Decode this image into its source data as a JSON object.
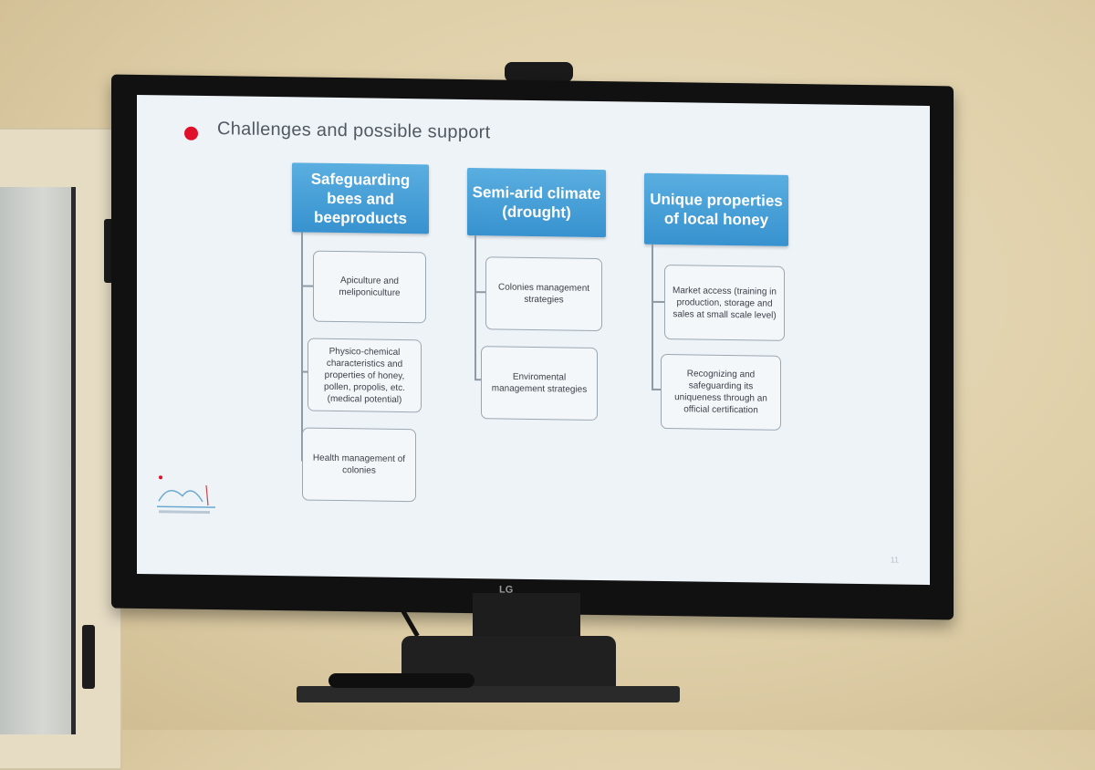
{
  "slide": {
    "title": "Challenges and possible support",
    "page_number": "11",
    "columns": [
      {
        "header": "Safeguarding bees and beeproducts",
        "items": [
          "Apiculture and meliponiculture",
          "Physico-chemical characteristics and properties of honey, pollen, propolis, etc. (medical potential)",
          "Health management of colonies"
        ]
      },
      {
        "header": "Semi-arid climate (drought)",
        "items": [
          "Colonies management strategies",
          "Enviromental management strategies"
        ]
      },
      {
        "header": "Unique properties of local honey",
        "items": [
          "Market access (training in production, storage and sales at small scale level)",
          "Recognizing and safeguarding its uniqueness through an official certification"
        ]
      }
    ]
  },
  "tv": {
    "brand": "LG"
  },
  "colors": {
    "accent_dot": "#e0102a",
    "header_blue": "#3792cf",
    "screen_bg": "#eef3f8"
  }
}
